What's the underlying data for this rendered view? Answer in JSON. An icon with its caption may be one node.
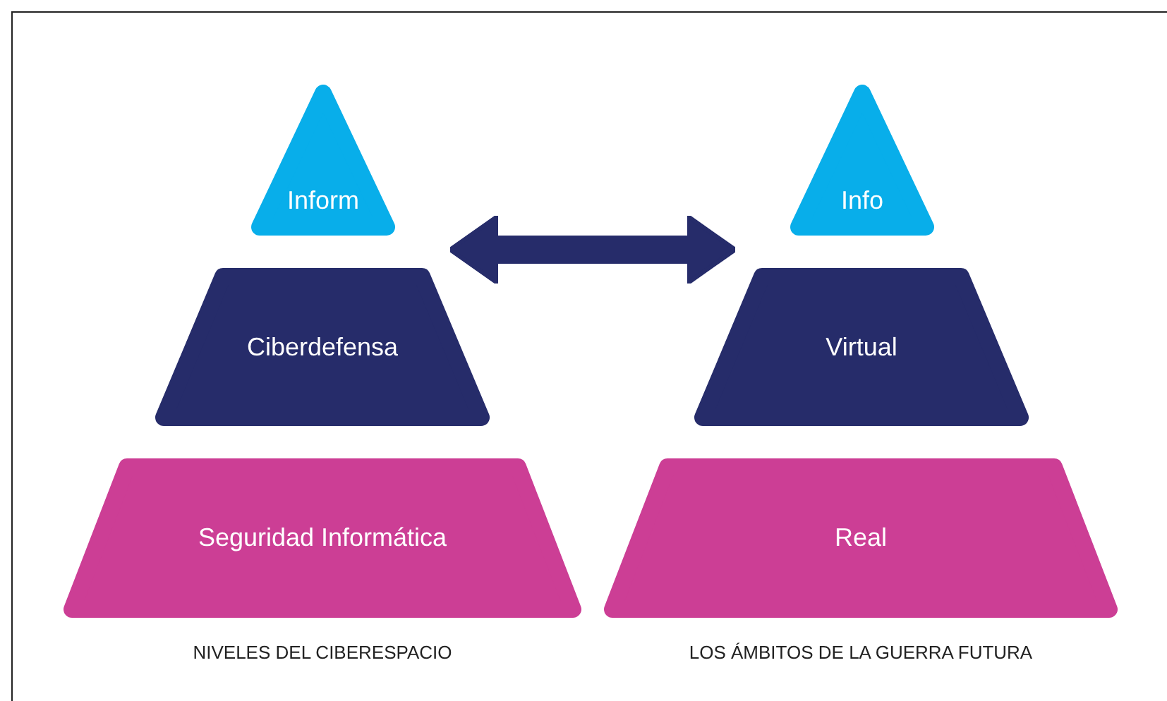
{
  "diagram": {
    "nodes": [
      {
        "text": [
          "Inform"
        ]
      },
      {
        "text": [
          "Ciberdefensa"
        ]
      },
      {
        "text": [
          "Seguridad Informática"
        ]
      },
      {
        "text": [
          "Info"
        ]
      },
      {
        "text": [
          "Virtual"
        ]
      },
      {
        "text": [
          "Real"
        ]
      }
    ],
    "edges": [
      {
        "from": 0,
        "to": 3,
        "arrow": "both"
      }
    ],
    "labels": [
      "NIVELES DEL CIBERESPACIO",
      "LOS ÁMBITOS DE LA GUERRA FUTURA"
    ]
  }
}
